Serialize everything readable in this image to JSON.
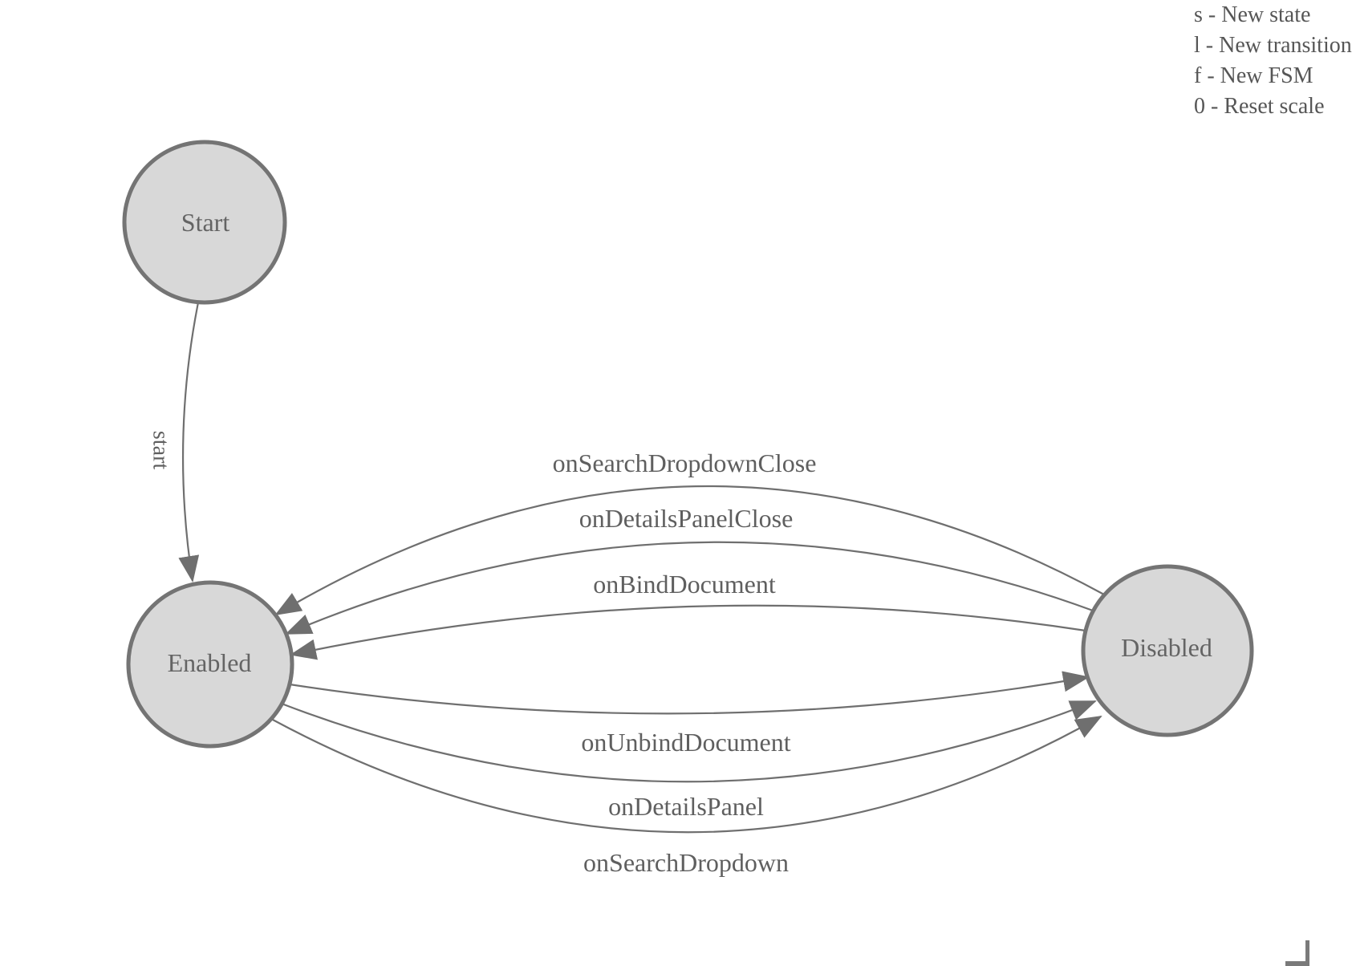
{
  "legend": {
    "items": [
      "s - New state",
      "l - New transition",
      "f - New FSM",
      "0 - Reset scale"
    ]
  },
  "states": [
    {
      "id": "start",
      "label": "Start"
    },
    {
      "id": "enabled",
      "label": "Enabled"
    },
    {
      "id": "disabled",
      "label": "Disabled"
    }
  ],
  "transitions": [
    {
      "from": "start",
      "to": "enabled",
      "label": "start"
    },
    {
      "from": "disabled",
      "to": "enabled",
      "label": "onSearchDropdownClose"
    },
    {
      "from": "disabled",
      "to": "enabled",
      "label": "onDetailsPanelClose"
    },
    {
      "from": "disabled",
      "to": "enabled",
      "label": "onBindDocument"
    },
    {
      "from": "enabled",
      "to": "disabled",
      "label": "onUnbindDocument"
    },
    {
      "from": "enabled",
      "to": "disabled",
      "label": "onDetailsPanel"
    },
    {
      "from": "enabled",
      "to": "disabled",
      "label": "onSearchDropdown"
    }
  ],
  "colors": {
    "node_fill": "#d8d8d8",
    "node_stroke": "#747474",
    "edge_stroke": "#6f6f6f",
    "label_text": "#5f5f5f",
    "legend_text": "#565656"
  }
}
